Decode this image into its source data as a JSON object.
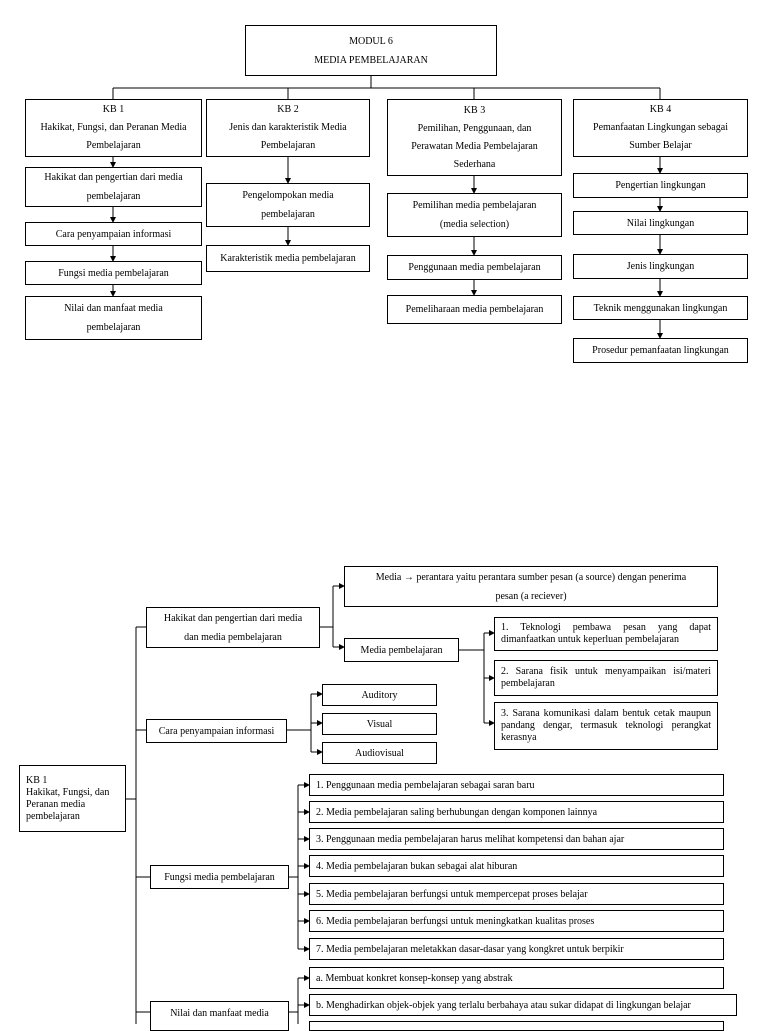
{
  "top": {
    "root": {
      "line1": "MODUL 6",
      "line2": "MEDIA PEMBELAJARAN"
    },
    "kb1": {
      "title": [
        "KB 1",
        "Hakikat, Fungsi, dan Peranan Media",
        "Pembelajaran"
      ],
      "items": [
        [
          "Hakikat dan pengertian dari media",
          "pembelajaran"
        ],
        [
          "Cara penyampaian informasi"
        ],
        [
          "Fungsi media pembelajaran"
        ],
        [
          "Nilai dan manfaat media",
          "pembelajaran"
        ]
      ]
    },
    "kb2": {
      "title": [
        "KB 2",
        "Jenis dan karakteristik Media",
        "Pembelajaran"
      ],
      "items": [
        [
          "Pengelompokan media",
          "pembelajaran"
        ],
        [
          "Karakteristik media pembelajaran"
        ]
      ]
    },
    "kb3": {
      "title": [
        "KB 3",
        "Pemilihan, Penggunaan, dan",
        "Perawatan Media Pembelajaran",
        "Sederhana"
      ],
      "items": [
        [
          "Pemilihan media pembelajaran",
          "(media selection)"
        ],
        [
          "Penggunaan media pembelajaran"
        ],
        [
          "Pemeliharaan media pembelajaran"
        ]
      ]
    },
    "kb4": {
      "title": [
        "KB 4",
        "Pemanfaatan Lingkungan sebagai",
        "Sumber Belajar"
      ],
      "items": [
        [
          "Pengertian lingkungan"
        ],
        [
          "Nilai lingkungan"
        ],
        [
          "Jenis lingkungan"
        ],
        [
          "Teknik menggunakan lingkungan"
        ],
        [
          "Prosedur pemanfaatan lingkungan"
        ]
      ]
    }
  },
  "bottom": {
    "root": [
      "KB 1",
      "Hakikat, Fungsi, dan",
      "Peranan media",
      "pembelajaran"
    ],
    "hakikat": [
      "Hakikat dan pengertian dari media",
      "dan media pembelajaran"
    ],
    "media_def": [
      "Media → perantara yaitu perantara sumber pesan (a source) dengan penerima",
      "pesan (a reciever)"
    ],
    "media_pembelajaran": "Media pembelajaran",
    "mp_items": [
      "1. Teknologi pembawa pesan yang dapat dimanfaatkan untuk keperluan pembelajaran",
      "2. Sarana fisik untuk menyampaikan isi/materi pembelajaran",
      "3. Sarana komunikasi dalam bentuk cetak maupun pandang dengar, termasuk teknologi perangkat kerasnya"
    ],
    "cara": "Cara penyampaian informasi",
    "cara_items": [
      "Auditory",
      "Visual",
      "Audiovisual"
    ],
    "fungsi": "Fungsi media pembelajaran",
    "fungsi_items": [
      "1. Penggunaan media pembelajaran sebagai saran baru",
      "2. Media pembelajaran saling berhubungan dengan komponen lainnya",
      "3. Penggunaan media pembelajaran harus melihat kompetensi dan bahan ajar",
      "4. Media pembelajaran bukan sebagai alat hiburan",
      "5. Media pembelajaran berfungsi untuk mempercepat proses belajar",
      "6. Media pembelajaran berfungsi untuk meningkatkan kualitas proses",
      "7. Media pembelajaran meletakkan dasar-dasar yang kongkret untuk berpikir"
    ],
    "nilai": "Nilai dan manfaat media",
    "nilai_items": [
      "a. Membuat konkret konsep-konsep yang abstrak",
      "b. Menghadirkan objek-objek yang terlalu berbahaya atau sukar didapat di lingkungan belajar"
    ]
  }
}
